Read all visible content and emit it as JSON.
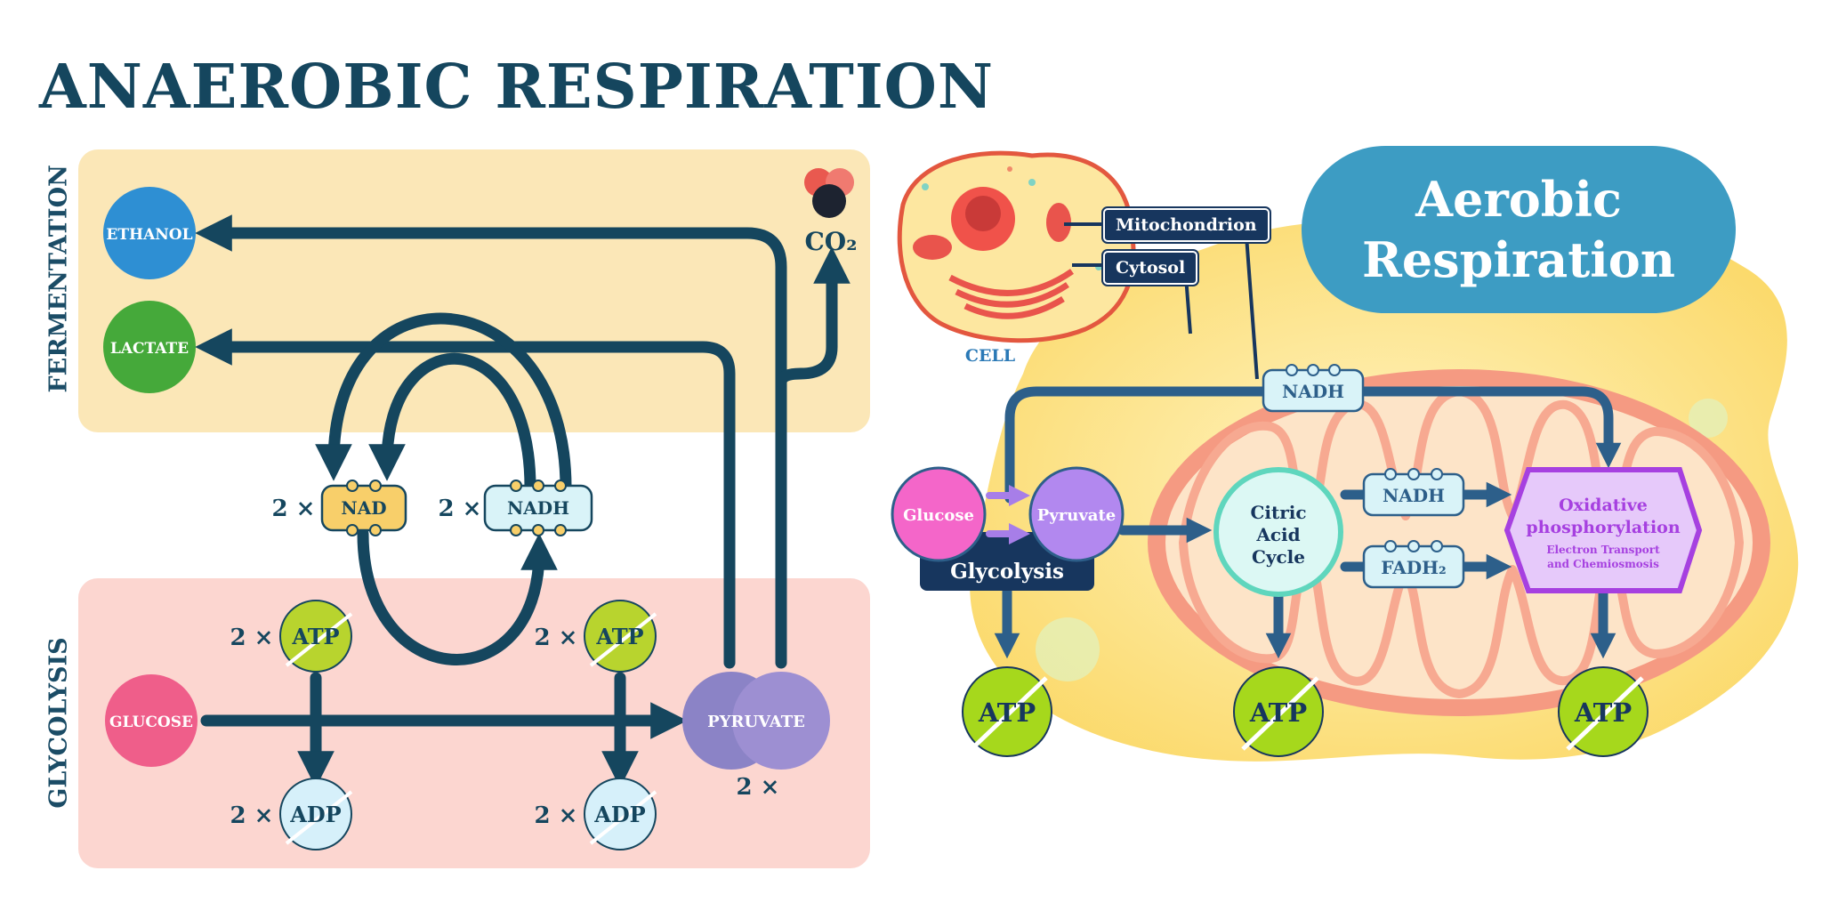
{
  "anaerobic": {
    "title": "ANAEROBIC RESPIRATION",
    "fermentation_label": "FERMENTATION",
    "glycolysis_label": "GLYCOLYSIS",
    "ethanol": "ETHANOL",
    "lactate": "LACTATE",
    "co2": "CO₂",
    "nad": "NAD",
    "nadh": "NADH",
    "atp": "ATP",
    "adp": "ADP",
    "glucose": "GLUCOSE",
    "pyruvate": "PYRUVATE",
    "multiplier": "2 ×",
    "colors": {
      "fermentation_bg": "#fbe7b7",
      "glycolysis_bg": "#fcd6d0",
      "arrow": "#15465e"
    }
  },
  "aerobic": {
    "title_line1": "Aerobic",
    "title_line2": "Respiration",
    "mitochondrion_tag": "Mitochondrion",
    "cytosol_tag": "Cytosol",
    "cell_label": "CELL",
    "glucose": "Glucose",
    "pyruvate": "Pyruvate",
    "glycolysis": "Glycolysis",
    "nadh_top": "NADH",
    "citric_line1": "Citric",
    "citric_line2": "Acid",
    "citric_line3": "Cycle",
    "nadh_mid": "NADH",
    "fadh2": "FADH₂",
    "ox_line1": "Oxidative",
    "ox_line2": "phosphorylation",
    "ox_sub1": "Electron Transport",
    "ox_sub2": "and Chemiosmosis",
    "atp": "ATP",
    "colors": {
      "title_bg": "#3d9cc3",
      "oxphos": "#a640e0",
      "atp": "#a6d81c"
    }
  }
}
